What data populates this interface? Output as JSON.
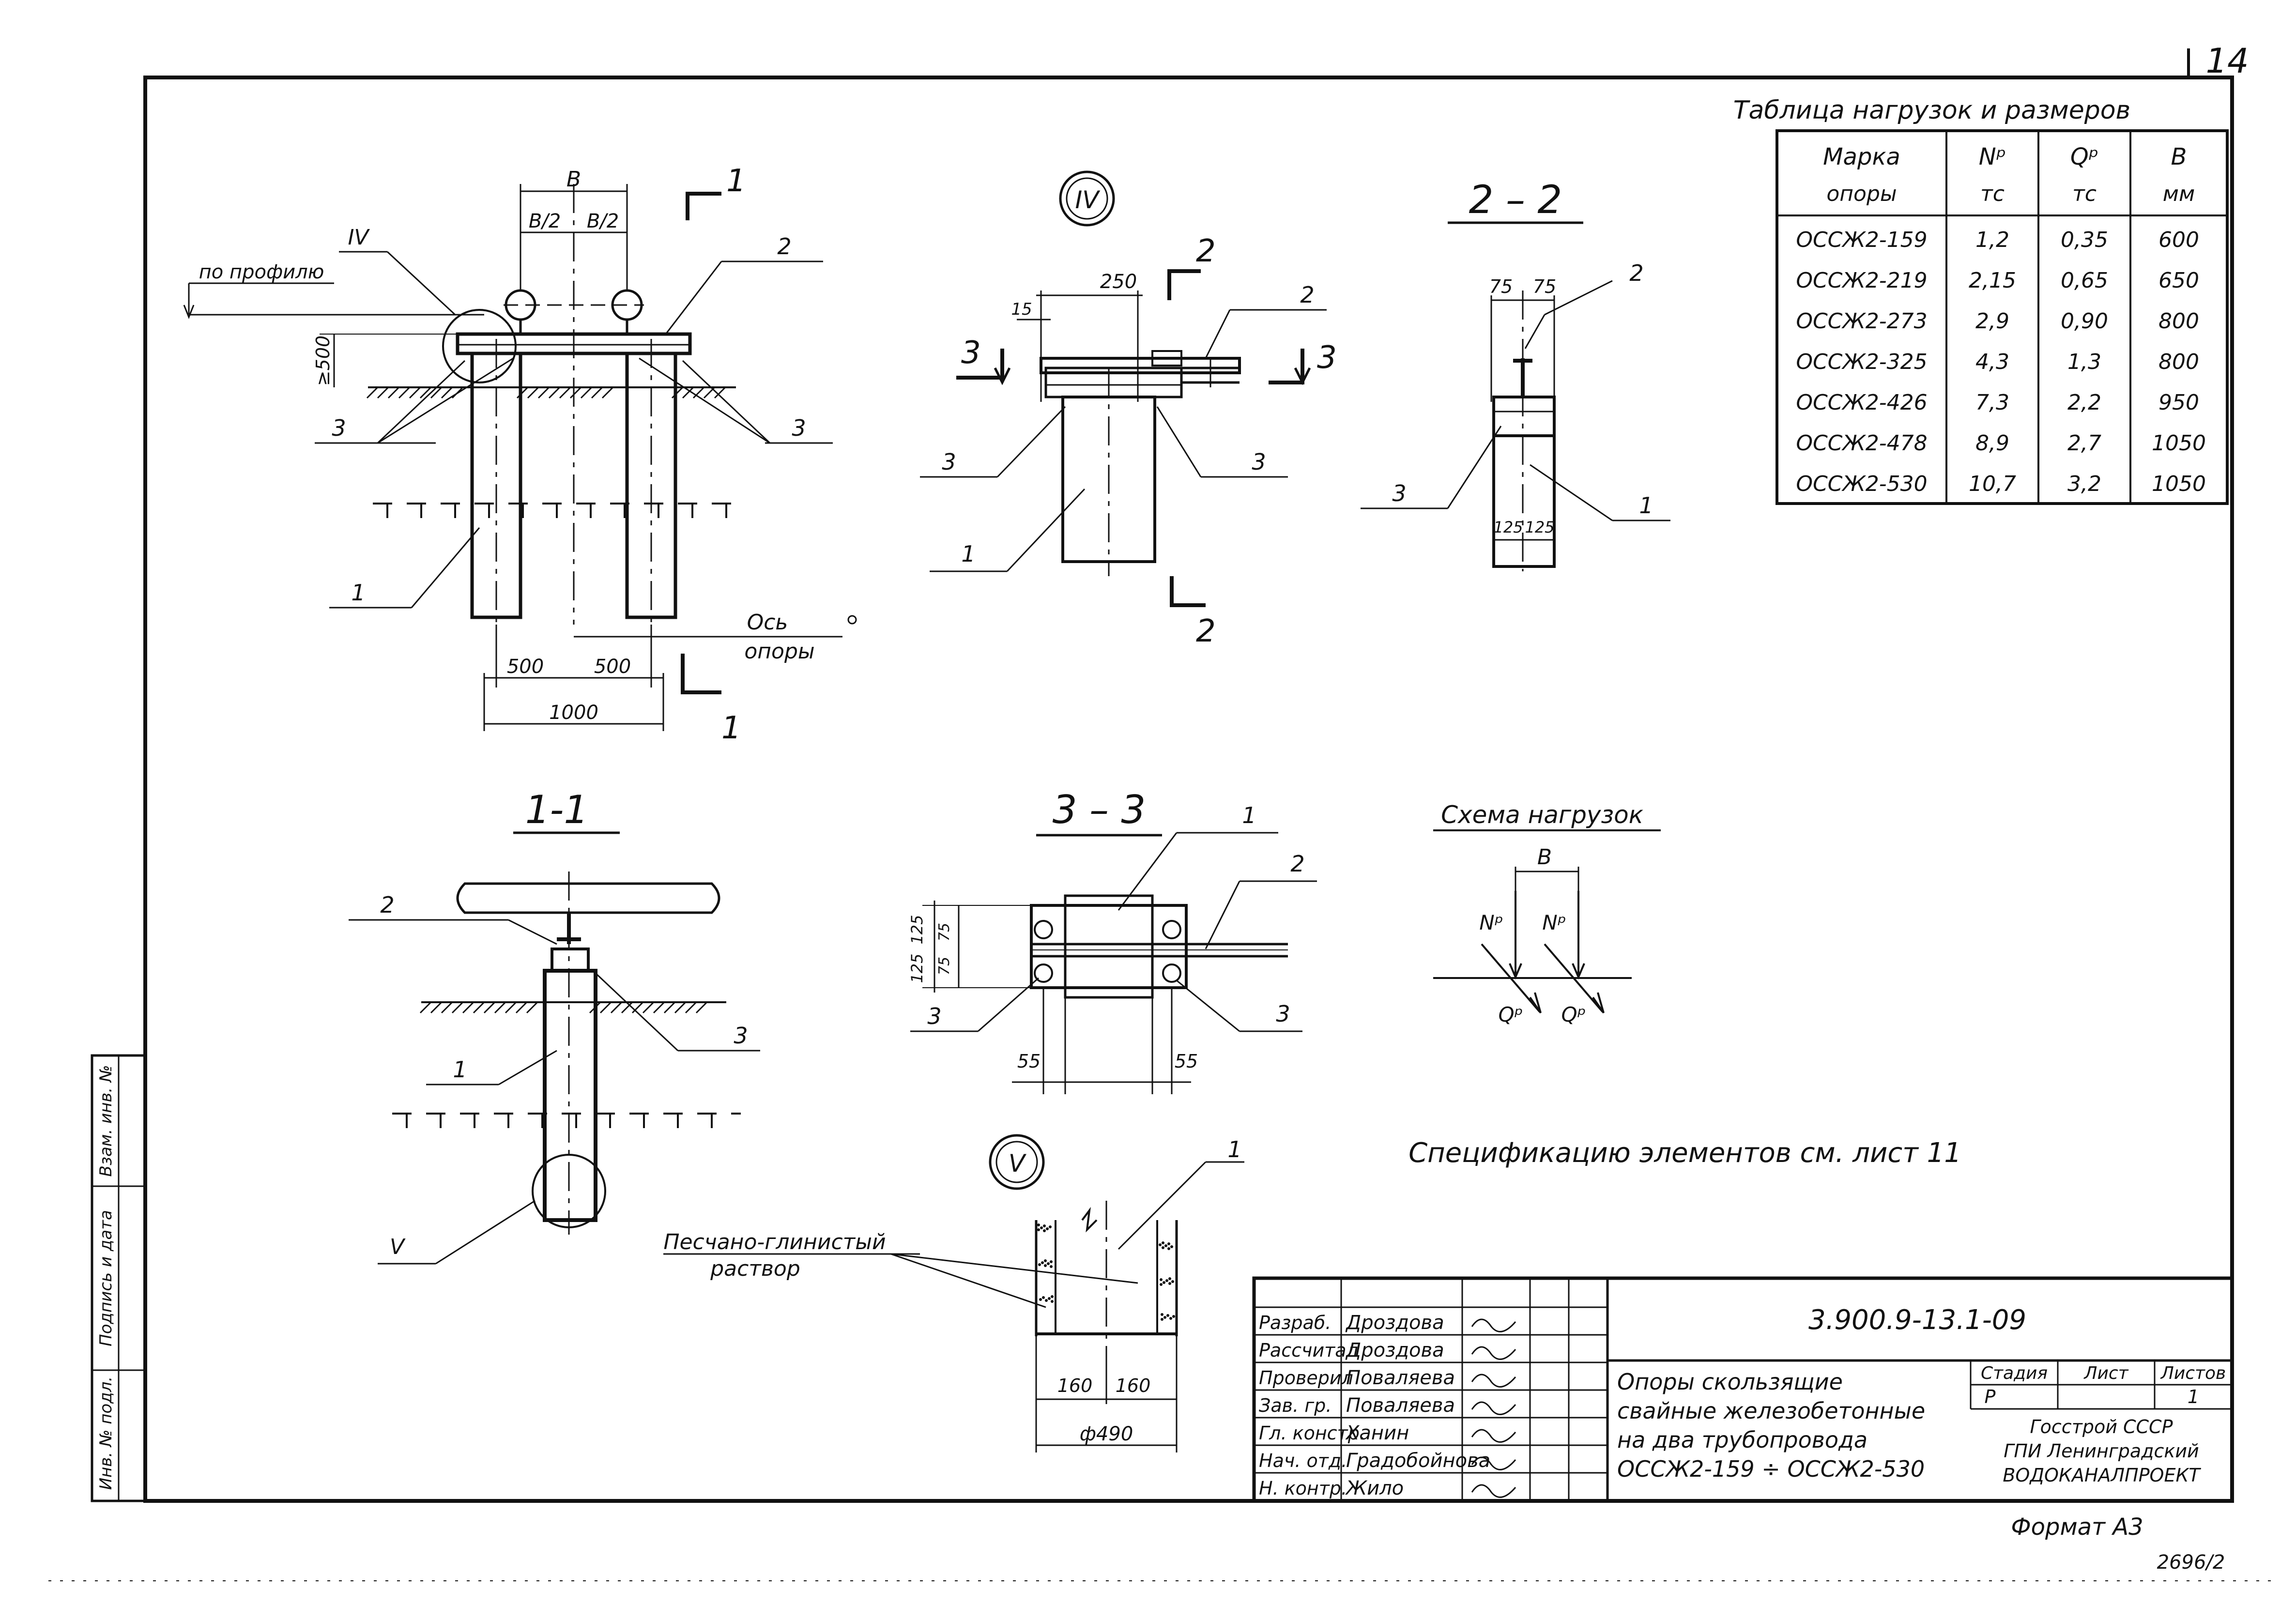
{
  "page_number": "14",
  "title": "3.900.9-13.1-09",
  "description_lines": [
    "Опоры скользящие",
    "свайные железобетонные",
    "на два трубопровода",
    "ОССЖ2-159 ÷ ОССЖ2-530"
  ],
  "table": {
    "caption": "Таблица нагрузок и размеров",
    "headers": [
      {
        "top": "Марка",
        "bottom": "опоры"
      },
      {
        "top": "Nᵖ",
        "bottom": "тс"
      },
      {
        "top": "Qᵖ",
        "bottom": "тс"
      },
      {
        "top": "B",
        "bottom": "мм"
      }
    ],
    "rows": [
      [
        "ОССЖ2-159",
        "1,2",
        "0,35",
        "600"
      ],
      [
        "ОССЖ2-219",
        "2,15",
        "0,65",
        "650"
      ],
      [
        "ОССЖ2-273",
        "2,9",
        "0,90",
        "800"
      ],
      [
        "ОССЖ2-325",
        "4,3",
        "1,3",
        "800"
      ],
      [
        "ОССЖ2-426",
        "7,3",
        "2,2",
        "950"
      ],
      [
        "ОССЖ2-478",
        "8,9",
        "2,7",
        "1050"
      ],
      [
        "ОССЖ2-530",
        "10,7",
        "3,2",
        "1050"
      ]
    ]
  },
  "main_view": {
    "label_iv": "IV",
    "by_profile": "по профилю",
    "dim_b": "B",
    "dim_b_half": "B/2",
    "dim_500_vert": "≥500",
    "dim_500": "500",
    "dim_1000": "1000",
    "axis_label_1": "Ось",
    "axis_label_2": "опоры",
    "section_1": "1",
    "callout_1": "1",
    "callout_2": "2",
    "callout_3": "3"
  },
  "detail_iv": {
    "label": "IV",
    "dim_250": "250",
    "dim_15": "15",
    "section_2": "2",
    "section_3": "3",
    "callout_1": "1",
    "callout_2": "2",
    "callout_3": "3"
  },
  "section_2_2": {
    "title": "2 – 2",
    "dim_75": "75",
    "dim_125": "125",
    "callout_1": "1",
    "callout_2": "2",
    "callout_3": "3"
  },
  "section_1_1": {
    "title": "1-1",
    "label_v": "V",
    "callout_1": "1",
    "callout_2": "2",
    "callout_3": "3"
  },
  "section_3_3": {
    "title": "3 – 3",
    "dim_125": "125",
    "dim_75": "75",
    "dim_55": "55",
    "callout_1": "1",
    "callout_2": "2",
    "callout_3": "3"
  },
  "load_scheme": {
    "title": "Схема нагрузок",
    "b": "B",
    "n": "Nᵖ",
    "q": "Qᵖ"
  },
  "detail_v": {
    "label": "V",
    "mortar_1": "Песчано-глинистый",
    "mortar_2": "раствор",
    "dim_160": "160",
    "dim_d490": "ф490",
    "callout_1": "1"
  },
  "spec_note": "Спецификацию элементов см. лист 11",
  "stamp": {
    "roles": [
      {
        "role": "Разраб.",
        "name": "Дроздова"
      },
      {
        "role": "Рассчитал",
        "name": "Дроздова"
      },
      {
        "role": "Проверил",
        "name": "Поваляева"
      },
      {
        "role": "Зав. гр.",
        "name": "Поваляева"
      },
      {
        "role": "Гл. констр.",
        "name": "Ханин"
      },
      {
        "role": "Нач. отд.",
        "name": "Градобойнова"
      },
      {
        "role": "Н. контр.",
        "name": "Жило"
      }
    ],
    "stage_header": "Стадия",
    "sheet_header": "Лист",
    "sheets_header": "Листов",
    "stage_value": "Р",
    "sheets_value": "1",
    "org_1": "Госстрой СССР",
    "org_2": "ГПИ Ленинградский",
    "org_3": "ВОДОКАНАЛПРОЕКТ"
  },
  "side_stamp": {
    "inv_orig": "Инв. № подл.",
    "sign_date": "Подпись и дата",
    "inv_repl": "Взам. инв. №"
  },
  "format_label": "Формат А3",
  "doc_code": "2696/2"
}
